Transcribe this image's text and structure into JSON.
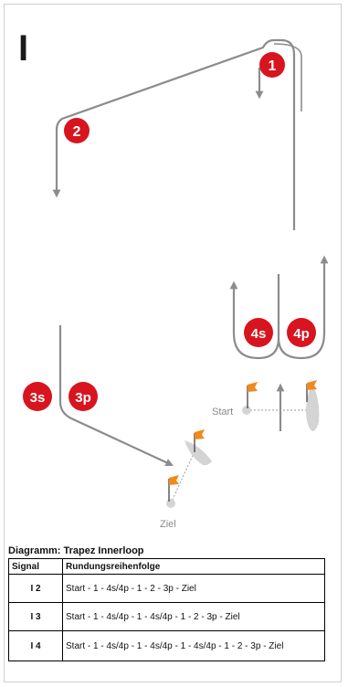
{
  "diagram": {
    "course_letter": "I",
    "marks": {
      "m1": "1",
      "m2": "2",
      "m4s": "4s",
      "m4p": "4p",
      "m3s": "3s",
      "m3p": "3p"
    },
    "start_label": "Start",
    "finish_label": "Ziel",
    "colors": {
      "mark_red": "#d8141f",
      "route_gray": "#8c8c8c",
      "flag_orange": "#f08a1c",
      "boat_gray": "#d4d4d4"
    }
  },
  "table": {
    "caption": "Diagramm: Trapez Innerloop",
    "headers": {
      "signal": "Signal",
      "order": "Rundungsreihenfolge"
    },
    "rows": [
      {
        "signal": "I 2",
        "order": "Start - 1 - 4s/4p - 1 - 2 - 3p - Ziel"
      },
      {
        "signal": "I 3",
        "order": "Start - 1 - 4s/4p - 1 - 4s/4p - 1 - 2 - 3p - Ziel"
      },
      {
        "signal": "I 4",
        "order": "Start - 1 - 4s/4p - 1 - 4s/4p - 1 - 4s/4p - 1 - 2 - 3p - Ziel"
      }
    ]
  }
}
